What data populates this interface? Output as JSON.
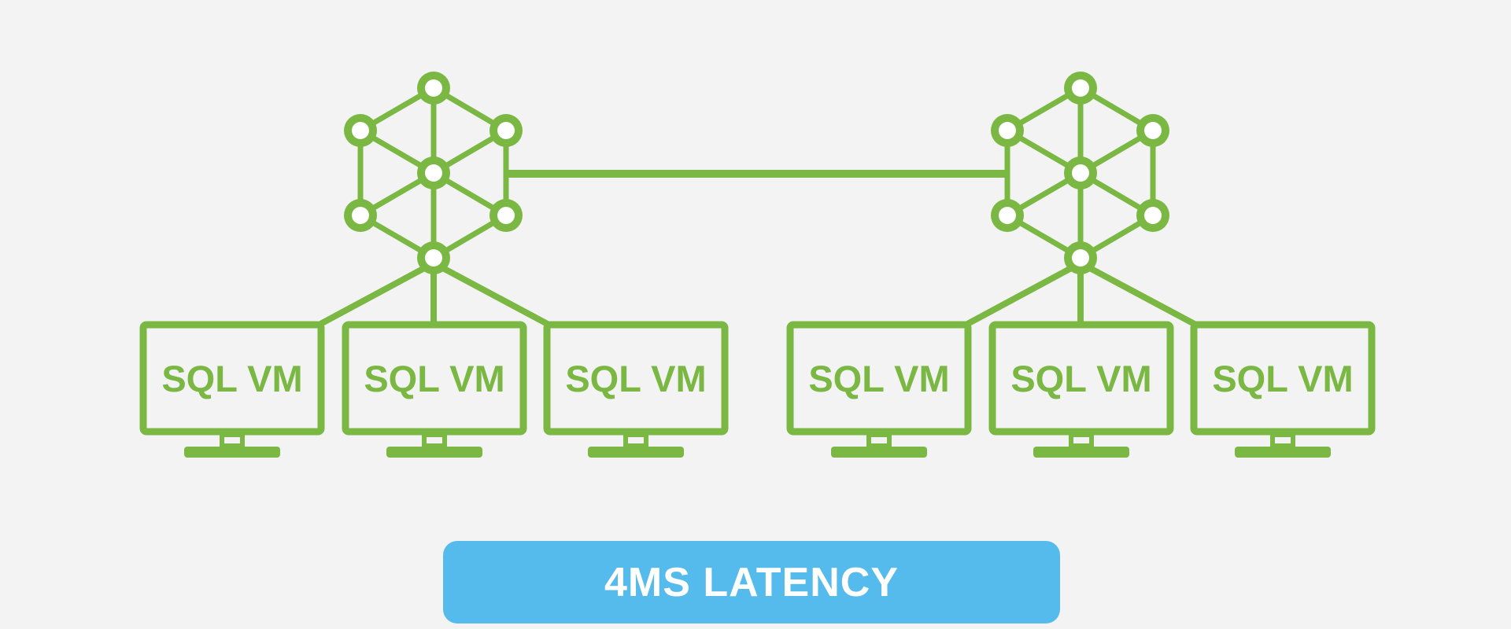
{
  "colors": {
    "background": "#f3f3f3",
    "green": "#7ab843",
    "accent_blue": "#54bbec",
    "text_white": "#ffffff"
  },
  "clusters": [
    {
      "hub_icon": "network-hub-icon",
      "vms": [
        {
          "label": "SQL VM",
          "icon": "monitor-icon"
        },
        {
          "label": "SQL VM",
          "icon": "monitor-icon"
        },
        {
          "label": "SQL VM",
          "icon": "monitor-icon"
        }
      ]
    },
    {
      "hub_icon": "network-hub-icon",
      "vms": [
        {
          "label": "SQL VM",
          "icon": "monitor-icon"
        },
        {
          "label": "SQL VM",
          "icon": "monitor-icon"
        },
        {
          "label": "SQL VM",
          "icon": "monitor-icon"
        }
      ]
    }
  ],
  "latency": {
    "label": "4MS LATENCY"
  }
}
